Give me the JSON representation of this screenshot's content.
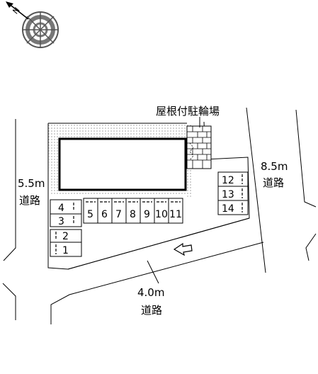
{
  "map": {
    "labels": {
      "covered_bike_parking": "屋根付駐輪場",
      "road_right_width": "8.5m",
      "road_right_name": "道路",
      "road_left_width": "5.5m",
      "road_left_name": "道路",
      "road_bottom_width": "4.0m",
      "road_bottom_name": "道路"
    },
    "compass": {
      "north_symbol": "N"
    },
    "parking_spaces": {
      "left_column": [
        "4",
        "3",
        "2",
        "1"
      ],
      "bottom_row": [
        "5",
        "6",
        "7",
        "8",
        "9",
        "10",
        "11"
      ],
      "right_column": [
        "12",
        "13",
        "14"
      ]
    },
    "icons": {
      "direction": "arrow-left-outline-icon"
    },
    "colors": {
      "line": "#000000",
      "hatch": "#888888",
      "background": "#ffffff"
    }
  }
}
